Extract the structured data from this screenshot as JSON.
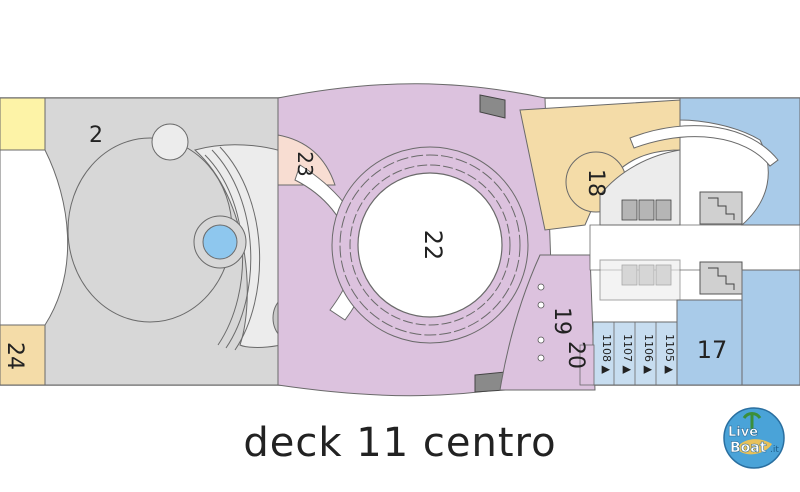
{
  "map": {
    "caption": "deck 11 centro",
    "areas": [
      {
        "id": "2",
        "label": "2"
      },
      {
        "id": "17",
        "label": "17"
      },
      {
        "id": "18",
        "label": "18"
      },
      {
        "id": "19",
        "label": "19"
      },
      {
        "id": "20",
        "label": "20"
      },
      {
        "id": "22",
        "label": "22"
      },
      {
        "id": "23",
        "label": "23"
      },
      {
        "id": "24",
        "label": "24"
      }
    ],
    "cabins": [
      {
        "label": "1108 ▲"
      },
      {
        "label": "1107 ▲"
      },
      {
        "label": "1106 ▲"
      },
      {
        "label": "1105 ▲"
      }
    ],
    "colors": {
      "grey": "#d7d7d7",
      "light_grey": "#ececec",
      "purple": "#dcc2de",
      "beige": "#f4dca8",
      "blue": "#a9cbe9",
      "light_blue": "#c7ddf0",
      "yellow": "#fdf3a7",
      "pink": "#f8ddd2",
      "pool": "#8ec7ee",
      "outline": "#6a6a6a"
    },
    "logo": {
      "line1": "Live",
      "line2": "Boat",
      "suffix": ".it"
    }
  }
}
